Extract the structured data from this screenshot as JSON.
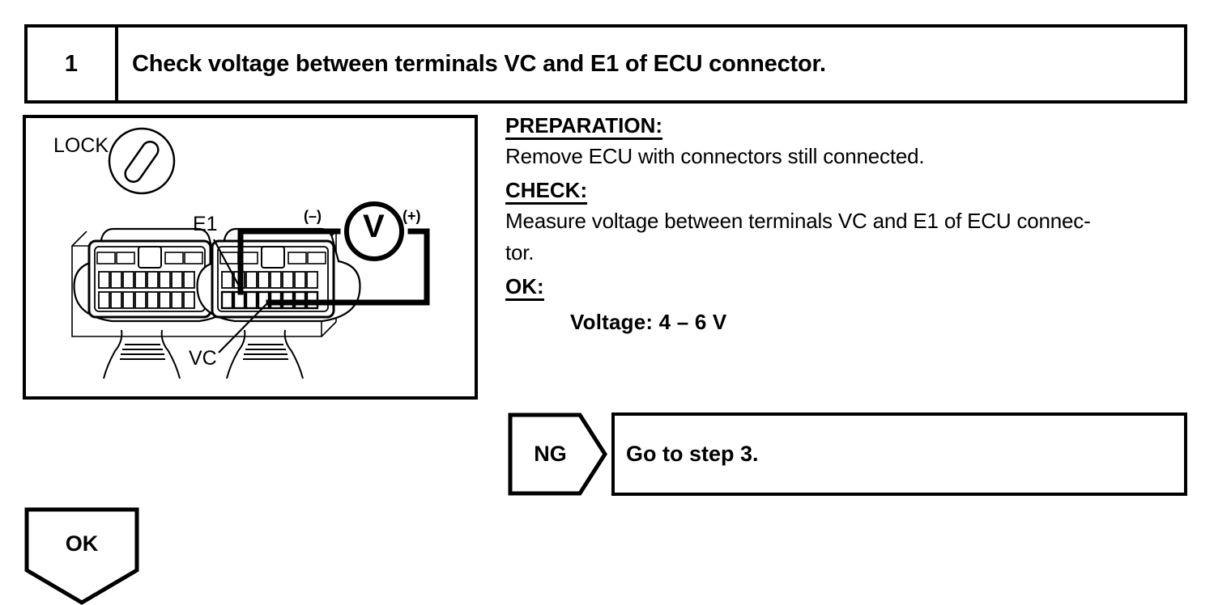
{
  "step": {
    "number": "1",
    "title": "Check voltage between terminals VC and E1 of ECU connector."
  },
  "illustration": {
    "lock_label": "LOCK",
    "lock_icon": "ignition-lock-cylinder-icon",
    "terminal_e1": "E1",
    "terminal_vc": "VC",
    "meter_symbol": "V",
    "probe_negative": "(–)",
    "probe_positive": "(+)"
  },
  "instructions": {
    "preparation_heading": "PREPARATION:",
    "preparation_text": "Remove ECU with connectors still connected.",
    "check_heading": "CHECK:",
    "check_text_line1": "Measure voltage between terminals VC and E1 of ECU connec-",
    "check_text_line2": "tor.",
    "ok_heading": "OK:",
    "ok_value": "Voltage: 4 – 6 V"
  },
  "results": {
    "ng_tag": "NG",
    "ng_action": "Go to step 3.",
    "ok_tag": "OK"
  },
  "colors": {
    "ink": "#000000",
    "page": "#ffffff"
  }
}
